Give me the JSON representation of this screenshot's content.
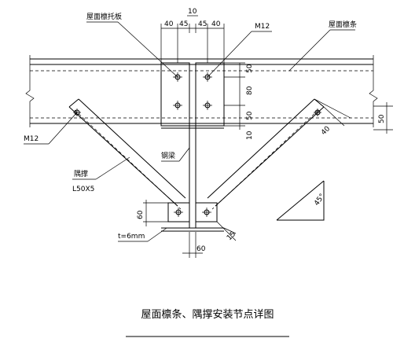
{
  "labels": {
    "purlin_bracket": "屋面檩托板",
    "bolt_top": "M12",
    "roof_purlin": "屋面檩条",
    "bolt_left": "M12",
    "steel_beam": "钢梁",
    "brace": "隅撑",
    "brace_section": "L50X5",
    "plate_thickness": "t=6mm",
    "angle": "45°"
  },
  "dims": {
    "top_total": "10",
    "top_a": "40",
    "top_b": "45",
    "top_c": "45",
    "top_d": "40",
    "right_a": "50",
    "right_b": "80",
    "right_c": "50",
    "right_d": "10",
    "right_purlin": "50",
    "brace_edge": "40",
    "bottom_left": "60",
    "bottom_center": "60",
    "bottom_right": "15"
  },
  "title": "屋面檩条、隅撑安装节点详图"
}
